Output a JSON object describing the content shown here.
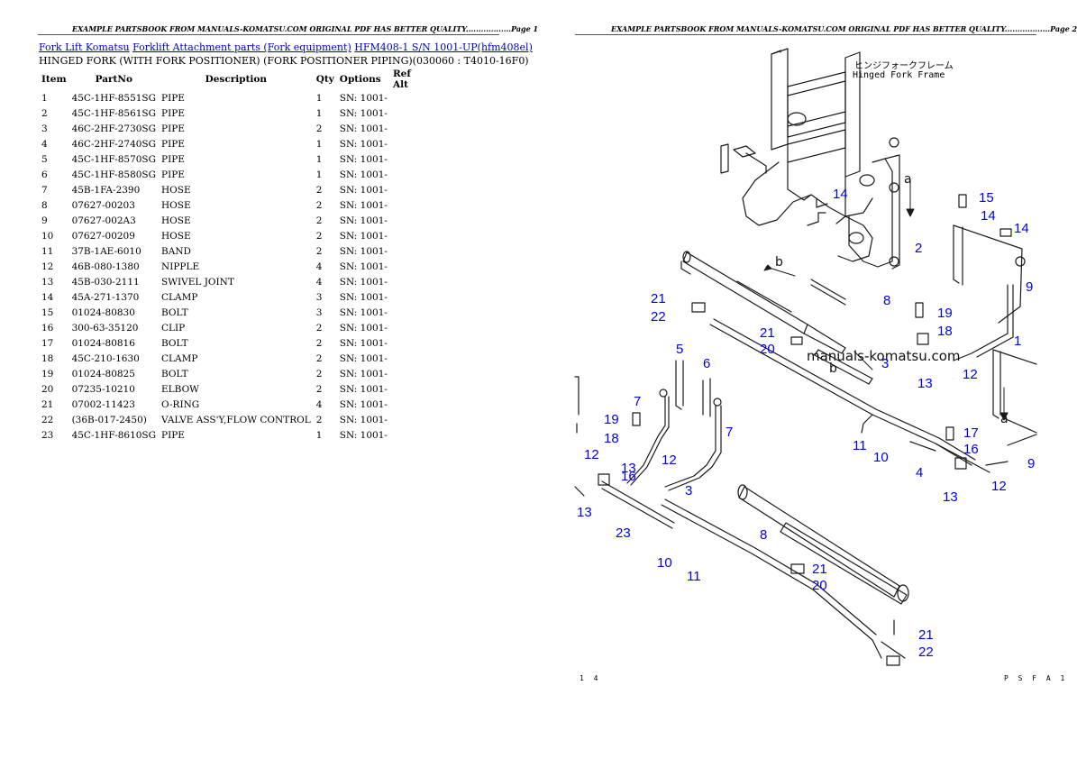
{
  "header": {
    "page1": "EXAMPLE PARTSBOOK FROM MANUALS-KOMATSU.COM ORIGINAL PDF HAS BETTER QUALITY..................Page 1",
    "page2": "EXAMPLE PARTSBOOK FROM MANUALS-KOMATSU.COM ORIGINAL PDF HAS BETTER QUALITY..................Page 2"
  },
  "breadcrumb": {
    "link1": "Fork Lift Komatsu",
    "link2": "Forklift Attachment parts (Fork equipment)",
    "link3": "HFM408-1 S/N 1001-UP(hfm408el)"
  },
  "subtitle": "HINGED FORK (WITH FORK POSITIONER) (FORK POSITIONER PIPING)(030060 : T4010-16F0)",
  "table": {
    "columns": [
      "Item",
      "PartNo",
      "Description",
      "Qty",
      "Options",
      "Ref Alt"
    ],
    "rows": [
      {
        "item": "1",
        "part": "45C-1HF-8551SG",
        "desc": "PIPE",
        "qty": "1",
        "opt": "SN: 1001-"
      },
      {
        "item": "2",
        "part": "45C-1HF-8561SG",
        "desc": "PIPE",
        "qty": "1",
        "opt": "SN: 1001-"
      },
      {
        "item": "3",
        "part": "46C-2HF-2730SG",
        "desc": "PIPE",
        "qty": "2",
        "opt": "SN: 1001-"
      },
      {
        "item": "4",
        "part": "46C-2HF-2740SG",
        "desc": "PIPE",
        "qty": "1",
        "opt": "SN: 1001-"
      },
      {
        "item": "5",
        "part": "45C-1HF-8570SG",
        "desc": "PIPE",
        "qty": "1",
        "opt": "SN: 1001-"
      },
      {
        "item": "6",
        "part": "45C-1HF-8580SG",
        "desc": "PIPE",
        "qty": "1",
        "opt": "SN: 1001-"
      },
      {
        "item": "7",
        "part": "45B-1FA-2390",
        "desc": "HOSE",
        "qty": "2",
        "opt": "SN: 1001-"
      },
      {
        "item": "8",
        "part": "07627-00203",
        "desc": "HOSE",
        "qty": "2",
        "opt": "SN: 1001-"
      },
      {
        "item": "9",
        "part": "07627-002A3",
        "desc": "HOSE",
        "qty": "2",
        "opt": "SN: 1001-"
      },
      {
        "item": "10",
        "part": "07627-00209",
        "desc": "HOSE",
        "qty": "2",
        "opt": "SN: 1001-"
      },
      {
        "item": "11",
        "part": "37B-1AE-6010",
        "desc": "BAND",
        "qty": "2",
        "opt": "SN: 1001-"
      },
      {
        "item": "12",
        "part": "46B-080-1380",
        "desc": "NIPPLE",
        "qty": "4",
        "opt": "SN: 1001-"
      },
      {
        "item": "13",
        "part": "45B-030-2111",
        "desc": "SWIVEL JOINT",
        "qty": "4",
        "opt": "SN: 1001-"
      },
      {
        "item": "14",
        "part": "45A-271-1370",
        "desc": "CLAMP",
        "qty": "3",
        "opt": "SN: 1001-"
      },
      {
        "item": "15",
        "part": "01024-80830",
        "desc": "BOLT",
        "qty": "3",
        "opt": "SN: 1001-"
      },
      {
        "item": "16",
        "part": "300-63-35120",
        "desc": "CLIP",
        "qty": "2",
        "opt": "SN: 1001-"
      },
      {
        "item": "17",
        "part": "01024-80816",
        "desc": "BOLT",
        "qty": "2",
        "opt": "SN: 1001-"
      },
      {
        "item": "18",
        "part": "45C-210-1630",
        "desc": "CLAMP",
        "qty": "2",
        "opt": "SN: 1001-"
      },
      {
        "item": "19",
        "part": "01024-80825",
        "desc": "BOLT",
        "qty": "2",
        "opt": "SN: 1001-"
      },
      {
        "item": "20",
        "part": "07235-10210",
        "desc": "ELBOW",
        "qty": "2",
        "opt": "SN: 1001-"
      },
      {
        "item": "21",
        "part": "07002-11423",
        "desc": "O-RING",
        "qty": "4",
        "opt": "SN: 1001-"
      },
      {
        "item": "22",
        "part": "(36B-017-2450)",
        "desc": "VALVE ASS'Y,FLOW CONTROL",
        "qty": "2",
        "opt": "SN: 1001-"
      },
      {
        "item": "23",
        "part": "45C-1HF-8610SG",
        "desc": "PIPE",
        "qty": "1",
        "opt": "SN: 1001-"
      }
    ]
  },
  "diagram": {
    "frame_label_jp": "ヒンジフォークフレーム",
    "frame_label_en": "Hinged Fork Frame",
    "watermark": "manuals-komatsu.com",
    "footer_left": "1 4",
    "footer_right": "P S F A 1",
    "callouts": [
      "14",
      "15",
      "14",
      "14",
      "2",
      "9",
      "8",
      "19",
      "18",
      "21",
      "22",
      "21",
      "20",
      "3",
      "13",
      "12",
      "1",
      "5",
      "6",
      "7",
      "19",
      "18",
      "7",
      "12",
      "16",
      "13",
      "12",
      "3",
      "13",
      "23",
      "10",
      "11",
      "8",
      "21",
      "20",
      "21",
      "22",
      "11",
      "10",
      "4",
      "17",
      "16",
      "13",
      "12",
      "9"
    ],
    "letters": [
      "a",
      "b",
      "b",
      "a"
    ]
  }
}
